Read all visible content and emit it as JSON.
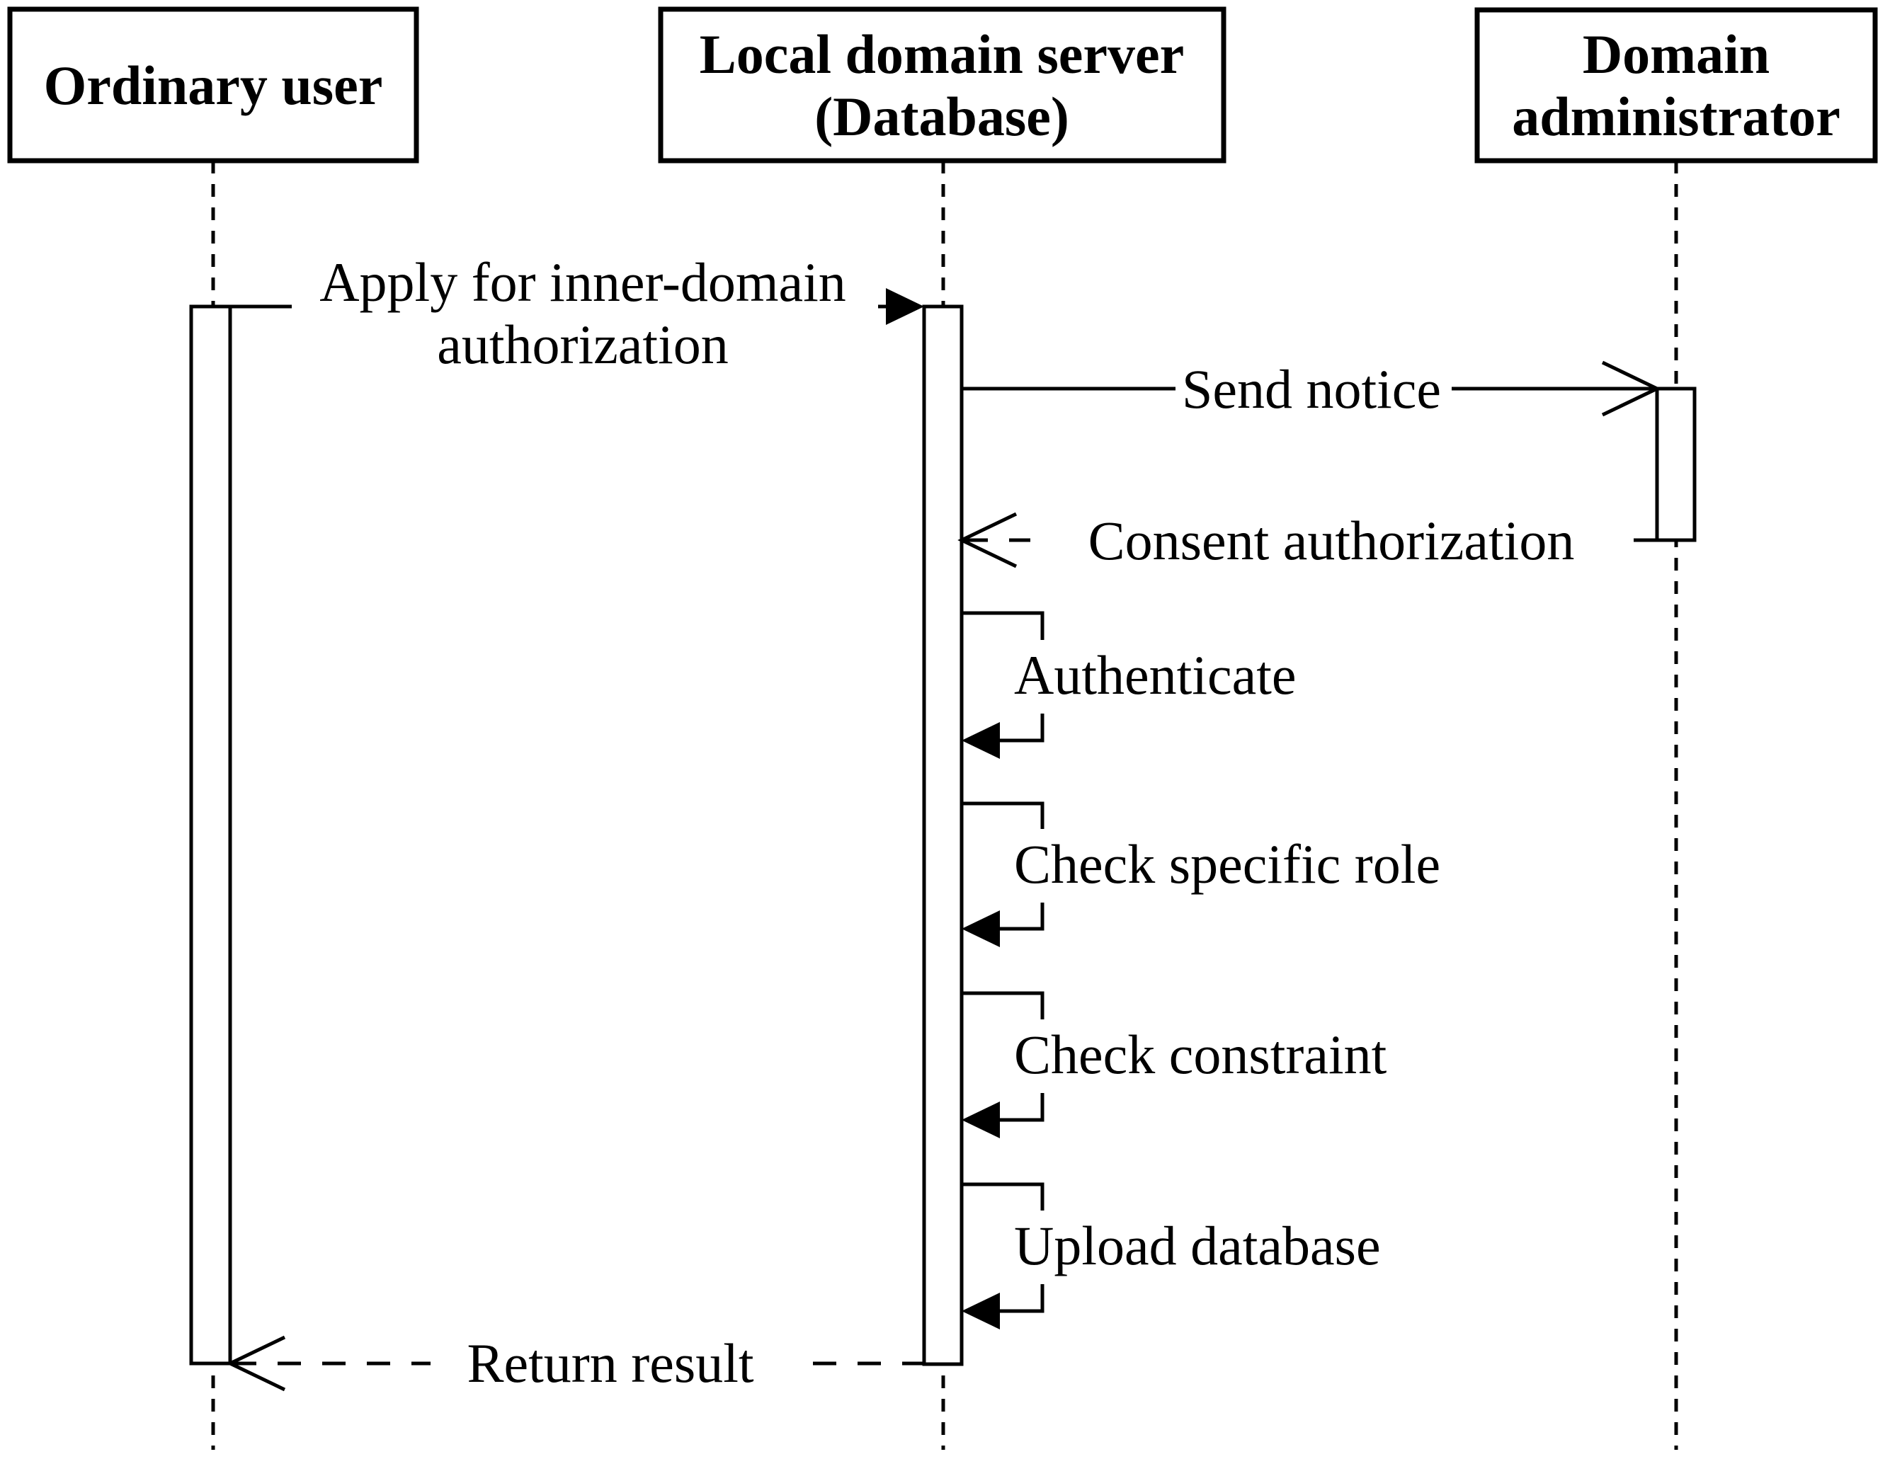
{
  "diagram": {
    "type": "uml-sequence-diagram",
    "background_color": "#ffffff",
    "line_color": "#000000",
    "actors": [
      {
        "id": "user",
        "label_lines": [
          "Ordinary user"
        ]
      },
      {
        "id": "server",
        "label_lines": [
          "Local domain server",
          "(Database)"
        ]
      },
      {
        "id": "admin",
        "label_lines": [
          "Domain",
          "administrator"
        ]
      }
    ],
    "messages": [
      {
        "from": "user",
        "to": "server",
        "line": "solid",
        "arrow": "filled",
        "label_lines": [
          "Apply for inner-domain",
          "authorization"
        ]
      },
      {
        "from": "server",
        "to": "admin",
        "line": "solid",
        "arrow": "open",
        "label_lines": [
          "Send notice"
        ]
      },
      {
        "from": "admin",
        "to": "server",
        "line": "dashed",
        "arrow": "open",
        "label_lines": [
          "Consent authorization"
        ]
      },
      {
        "type": "self",
        "on": "server",
        "line": "solid",
        "arrow": "filled",
        "label_lines": [
          "Authenticate"
        ]
      },
      {
        "type": "self",
        "on": "server",
        "line": "solid",
        "arrow": "filled",
        "label_lines": [
          "Check specific role"
        ]
      },
      {
        "type": "self",
        "on": "server",
        "line": "solid",
        "arrow": "filled",
        "label_lines": [
          "Check constraint"
        ]
      },
      {
        "type": "self",
        "on": "server",
        "line": "solid",
        "arrow": "filled",
        "label_lines": [
          "Upload database"
        ]
      },
      {
        "from": "server",
        "to": "user",
        "line": "dashed",
        "arrow": "open",
        "label_lines": [
          "Return result"
        ]
      }
    ]
  }
}
